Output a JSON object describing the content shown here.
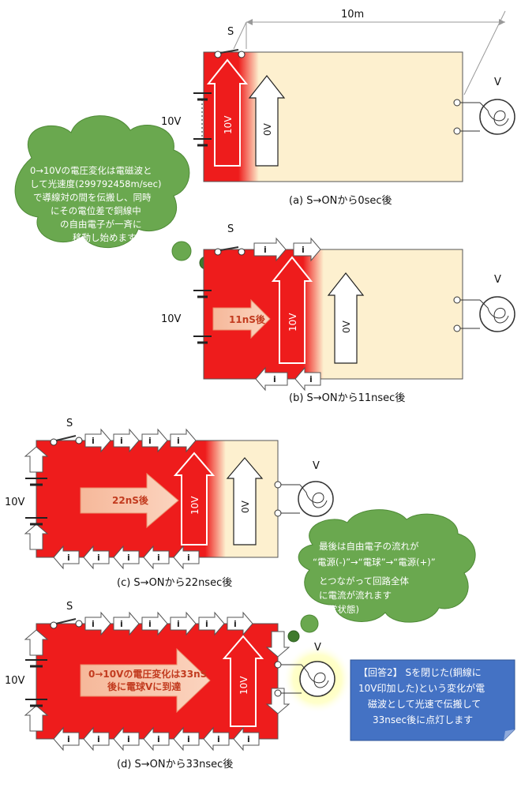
{
  "panel_a": {
    "switch_label": "S",
    "distance_label": "10m",
    "battery_label": "10V",
    "bulb_label": "V",
    "arrow_red": "10V",
    "arrow_white": "0V",
    "caption": "(a) S→ONから0sec後"
  },
  "panel_b": {
    "switch_label": "S",
    "battery_label": "10V",
    "bulb_label": "V",
    "arrow_time": "11nS後",
    "arrow_red": "10V",
    "arrow_white": "0V",
    "current": "i",
    "caption": "(b) S→ONから11nsec後"
  },
  "panel_c": {
    "switch_label": "S",
    "battery_label": "10V",
    "bulb_label": "V",
    "arrow_time": "22nS後",
    "arrow_red": "10V",
    "arrow_white": "0V",
    "current": "i",
    "caption": "(c) S→ONから22nsec後"
  },
  "panel_d": {
    "switch_label": "S",
    "battery_label": "10V",
    "bulb_label": "V",
    "arrow_time_line1": "0→10Vの電圧変化は33nS",
    "arrow_time_line2": "後に電球Vに到達",
    "arrow_red": "10V",
    "current": "i",
    "caption": "(d) S→ONから33nsec後"
  },
  "bubble1": {
    "lines": [
      "0→10Vの電圧変化は電磁波と",
      "して光速度(299792458m/sec)",
      "で導線対の間を伝搬し、同時",
      "にその電位差で銅線中",
      "の自由電子が一斉に",
      "移動し始めます。"
    ]
  },
  "bubble2": {
    "lines": [
      "最後は自由電子の流れが",
      "“電源(-)”→“電球”→“電源(+)”",
      "とつながって回路全体",
      "に電流が流れます",
      "(定常状態)"
    ]
  },
  "answer": {
    "lines": [
      "【回答2】 Sを閉じた(銅線に",
      "10V印加した)という変化が電",
      "磁波として光速で伝搬して",
      "33nsec後に点灯します"
    ]
  },
  "colors": {
    "red": "#ee1c1c",
    "cream": "#fdf0cf",
    "salmon": "#f7c0a0",
    "bubble_green": "#6aa84f",
    "answer_blue": "#4472c4"
  }
}
